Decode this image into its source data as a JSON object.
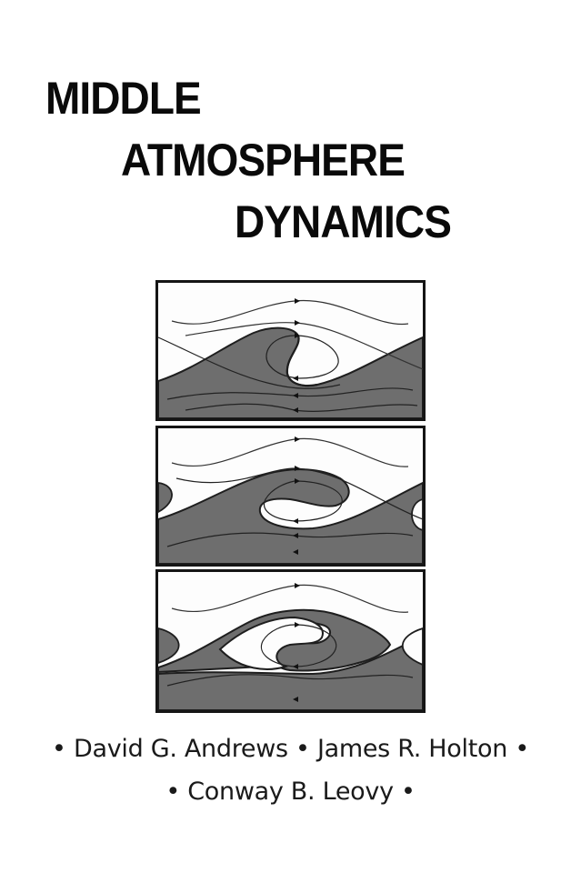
{
  "cover": {
    "title_lines": [
      "MIDDLE",
      "ATMOSPHERE",
      "DYNAMICS"
    ],
    "authors_line1": "• David G. Andrews • James R. Holton •",
    "authors_line2": "• Conway B. Leovy •",
    "figure": {
      "description": "Three stacked panels showing the stages of Rossby wave breaking: streamlines over shaded (dark) and unshaded (light) air masses, with the dark tongue rolling up into a cat's-eye vortex",
      "panels": [
        {
          "stage": 1,
          "caption": ""
        },
        {
          "stage": 2,
          "caption": ""
        },
        {
          "stage": 3,
          "caption": ""
        }
      ],
      "colors": {
        "shade": "#6e6e6e",
        "light": "#fdfdfd",
        "line": "#1e1e1e",
        "border": "#151515"
      }
    }
  }
}
